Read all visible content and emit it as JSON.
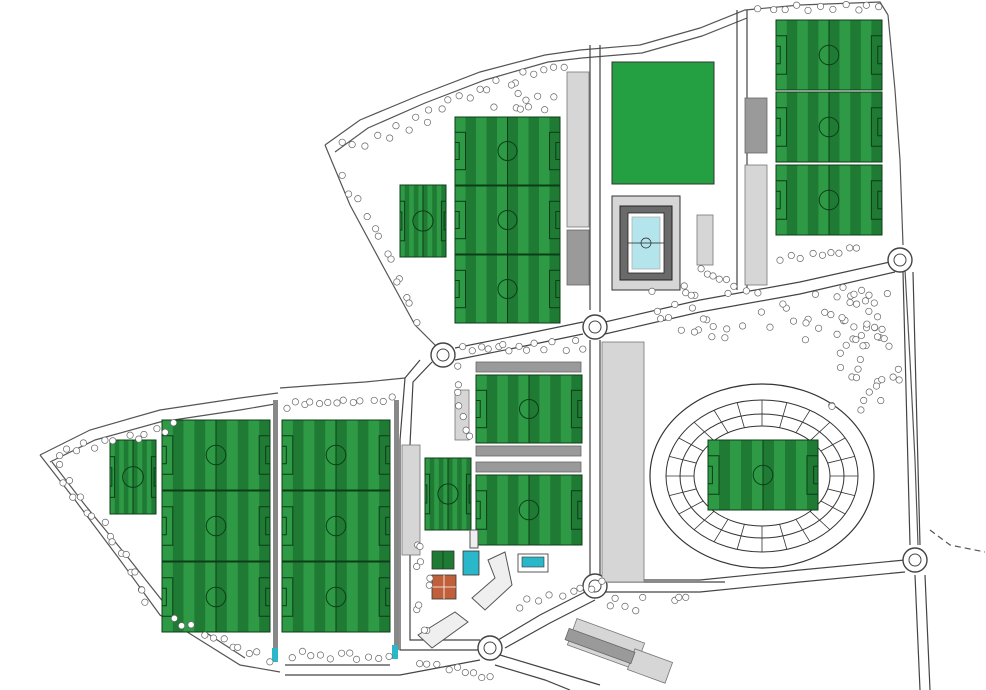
{
  "map": {
    "kind": "sports complex site plan",
    "colors": {
      "background": "#ffffff",
      "pitch_light": "#2e9a45",
      "pitch_dark": "#1f7a34",
      "training_pitch": "#24a043",
      "pitch_lines": "#0c3d18",
      "stands": "#d6d6d6",
      "tennis_court": "#c0603a",
      "pool": "#2ab7c9",
      "roads": "#444444",
      "trees": "#666666"
    },
    "features": {
      "full_pitches": 19,
      "small_pitches": 3,
      "stadium": 1,
      "indoor_arena": 1,
      "training_field": 1,
      "roundabouts": 6,
      "tennis_courts": 1,
      "pools": 2
    }
  }
}
